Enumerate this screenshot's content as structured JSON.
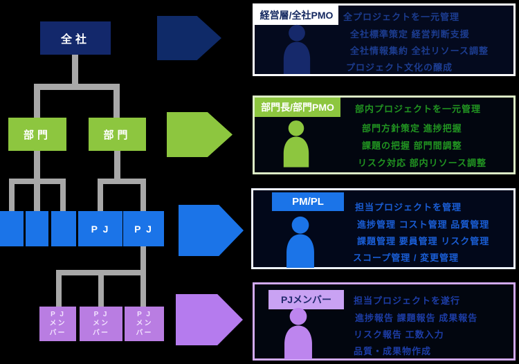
{
  "colors": {
    "background": "#000000",
    "navy": "#13286b",
    "green": "#8dc63f",
    "blue": "#1b74e8",
    "purple": "#b97de2",
    "connector_grey": "#a8a8a8"
  },
  "org_chart": {
    "company_label": "全社",
    "department_labels": [
      "部門",
      "部門"
    ],
    "project_labels": [
      "",
      "",
      "",
      "P J",
      "P J"
    ],
    "member_box_lines": [
      "P J",
      "メン",
      "バー"
    ]
  },
  "role_boxes": [
    {
      "title": "経営層/全社PMO",
      "icon": "person-icon",
      "lines": [
        "全プロジェクトを一元管理",
        "全社標準策定  経営判断支援",
        "全社情報集約  全社リソース調整",
        "プロジェクト文化の醸成"
      ]
    },
    {
      "title": "部門長/部門PMO",
      "icon": "person-icon",
      "lines": [
        "部内プロジェクトを一元管理",
        "部門方針策定  進捗把握",
        "課題の把握  部門間調整",
        "リスク対応  部内リソース調整"
      ]
    },
    {
      "title": "PM/PL",
      "icon": "person-icon",
      "lines": [
        "担当プロジェクトを管理",
        "進捗管理  コスト管理  品質管理",
        "課題管理  要員管理  リスク管理",
        "スコープ管理 / 変更管理"
      ]
    },
    {
      "title": "PJメンバー",
      "icon": "person-icon",
      "lines": [
        "担当プロジェクトを遂行",
        "進捗報告  課題報告  成果報告",
        "リスク報告  工数入力",
        "品質・成果物作成"
      ]
    }
  ]
}
